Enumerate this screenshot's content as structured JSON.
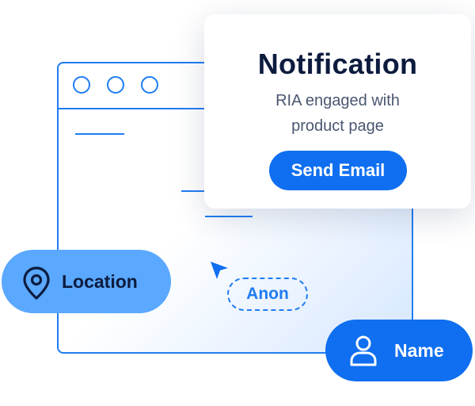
{
  "notification": {
    "title": "Notification",
    "message_line1": "RIA engaged with",
    "message_line2": "product page",
    "button_label": "Send Email"
  },
  "tags": {
    "location": "Location",
    "anon": "Anon",
    "name": "Name"
  },
  "icons": {
    "location": "map-pin-icon",
    "name": "user-icon",
    "cursor": "cursor-arrow-icon"
  },
  "colors": {
    "primary": "#0f6ff0",
    "outline": "#1f7cf2",
    "location_pill": "#5aa8ff",
    "title_text": "#0d1b3e",
    "body_text": "#4a5670"
  }
}
